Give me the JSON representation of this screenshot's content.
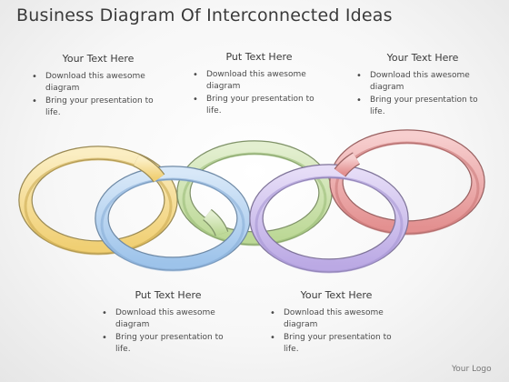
{
  "title": "Business Diagram Of Interconnected Ideas",
  "blocks": {
    "top_left": {
      "heading": "Your Text Here",
      "bullet1": "Download this awesome diagram",
      "bullet2": "Bring your presentation to life."
    },
    "top_center": {
      "heading": "Put Text Here",
      "bullet1": "Download this awesome diagram",
      "bullet2": "Bring your presentation to life."
    },
    "top_right": {
      "heading": "Your Text Here",
      "bullet1": "Download this awesome diagram",
      "bullet2": "Bring your presentation to life."
    },
    "bottom_left": {
      "heading": "Put Text Here",
      "bullet1": "Download this awesome diagram",
      "bullet2": "Bring your presentation to life."
    },
    "bottom_right": {
      "heading": "Your Text Here",
      "bullet1": "Download this awesome diagram",
      "bullet2": "Bring your presentation to life."
    }
  },
  "rings": [
    {
      "name": "yellow",
      "color": "#f6dc90"
    },
    {
      "name": "blue",
      "color": "#b5d3f0"
    },
    {
      "name": "green",
      "color": "#cfe3b0"
    },
    {
      "name": "purple",
      "color": "#cfc2ec"
    },
    {
      "name": "red",
      "color": "#ecaaaa"
    }
  ],
  "logo": "Your Logo"
}
